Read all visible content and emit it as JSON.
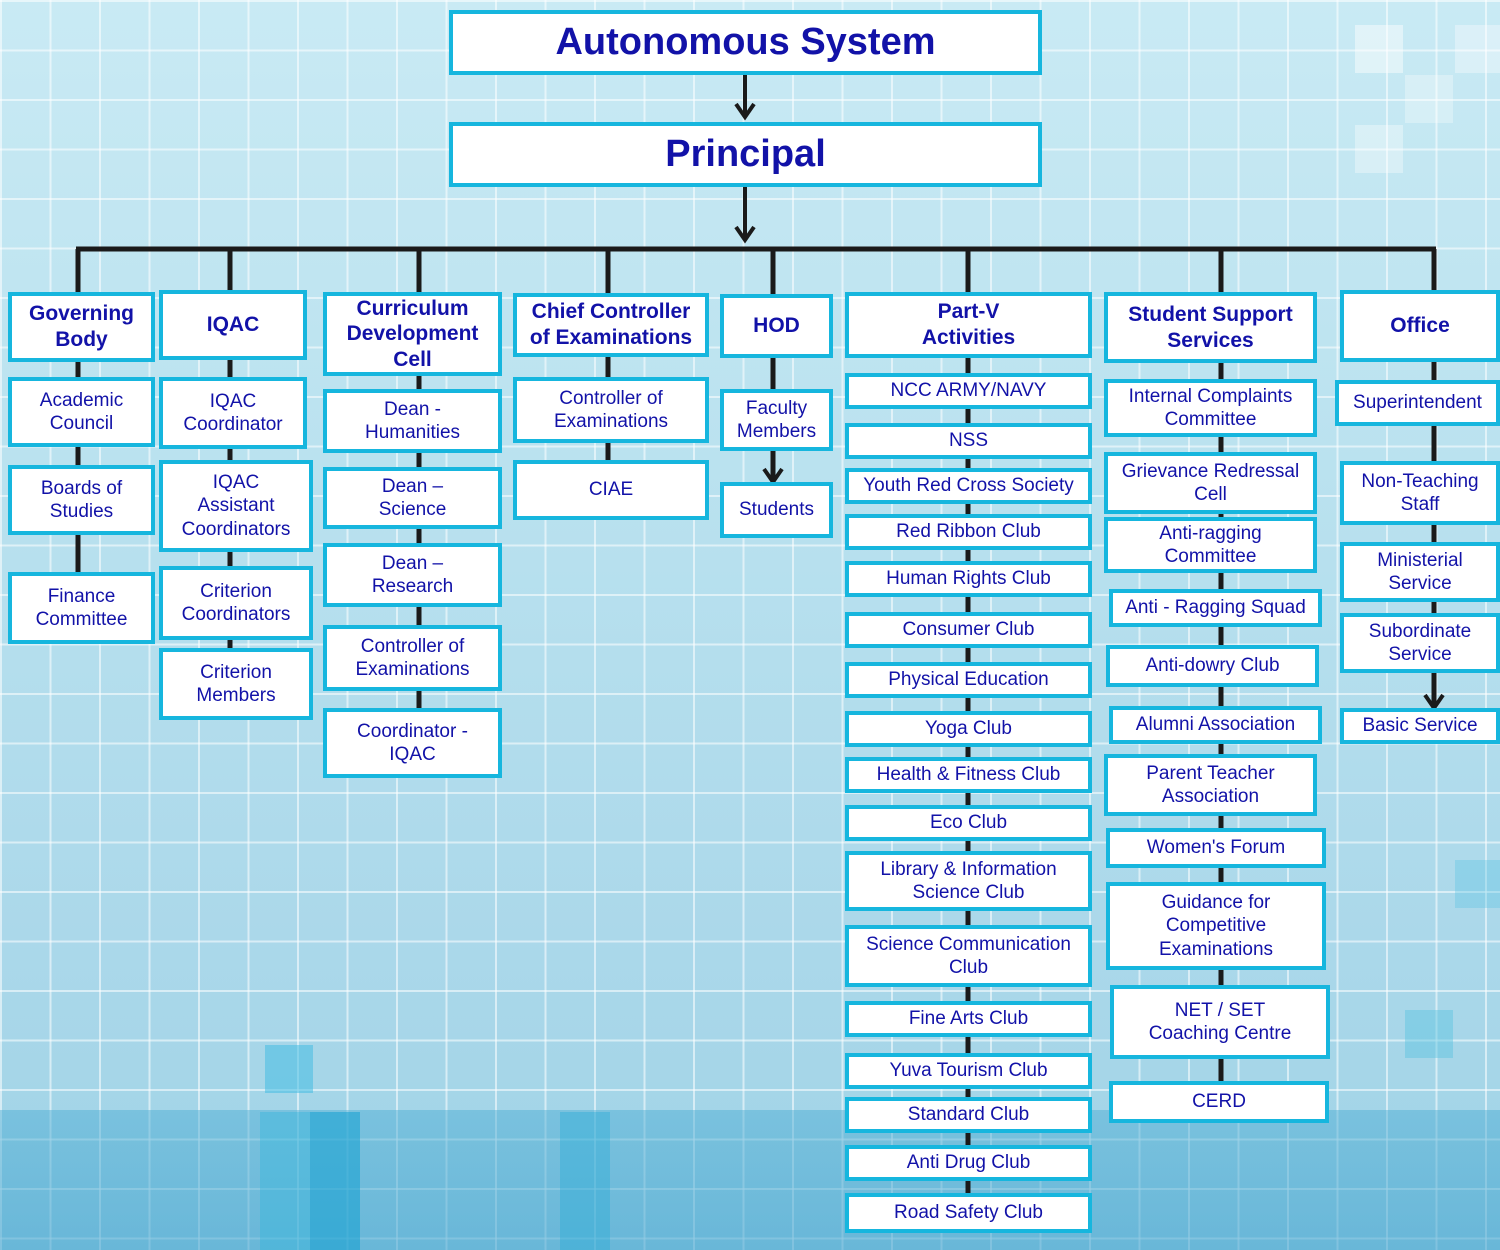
{
  "title": "Autonomous System",
  "principal": "Principal",
  "colors": {
    "border": "#16b6de",
    "text": "#1212a8",
    "line": "#1a1a1a"
  },
  "columns": [
    {
      "head": "Governing\nBody",
      "items": [
        "Academic\nCouncil",
        "Boards of\nStudies",
        "Finance\nCommittee"
      ]
    },
    {
      "head": "IQAC",
      "items": [
        "IQAC\nCoordinator",
        "IQAC\nAssistant\nCoordinators",
        "Criterion\nCoordinators",
        "Criterion\nMembers"
      ]
    },
    {
      "head": "Curriculum\nDevelopment\nCell",
      "items": [
        "Dean -\nHumanities",
        "Dean –\nScience",
        "Dean –\nResearch",
        "Controller of\nExaminations",
        "Coordinator -\nIQAC"
      ]
    },
    {
      "head": "Chief Controller\nof Examinations",
      "items": [
        "Controller of\nExaminations",
        "CIAE"
      ]
    },
    {
      "head": "HOD",
      "items": [
        "Faculty\nMembers",
        "Students"
      ]
    },
    {
      "head": "Part-V\nActivities",
      "items": [
        "NCC ARMY/NAVY",
        "NSS",
        "Youth Red Cross Society",
        "Red Ribbon Club",
        "Human Rights Club",
        "Consumer Club",
        "Physical Education",
        "Yoga Club",
        "Health & Fitness Club",
        "Eco Club",
        "Library & Information\nScience Club",
        "Science Communication\nClub",
        "Fine Arts Club",
        "Yuva Tourism Club",
        "Standard Club",
        "Anti Drug Club",
        "Road Safety Club"
      ]
    },
    {
      "head": "Student Support\nServices",
      "items": [
        "Internal Complaints\nCommittee",
        "Grievance Redressal\nCell",
        "Anti-ragging\nCommittee",
        "Anti - Ragging Squad",
        "Anti-dowry Club",
        "Alumni Association",
        "Parent Teacher\nAssociation",
        "Women's Forum",
        "Guidance for\nCompetitive\nExaminations",
        "NET / SET\nCoaching Centre",
        "CERD"
      ]
    },
    {
      "head": "Office",
      "items": [
        "Superintendent",
        "Non-Teaching\nStaff",
        "Ministerial\nService",
        "Subordinate\nService",
        "Basic Service"
      ]
    }
  ]
}
